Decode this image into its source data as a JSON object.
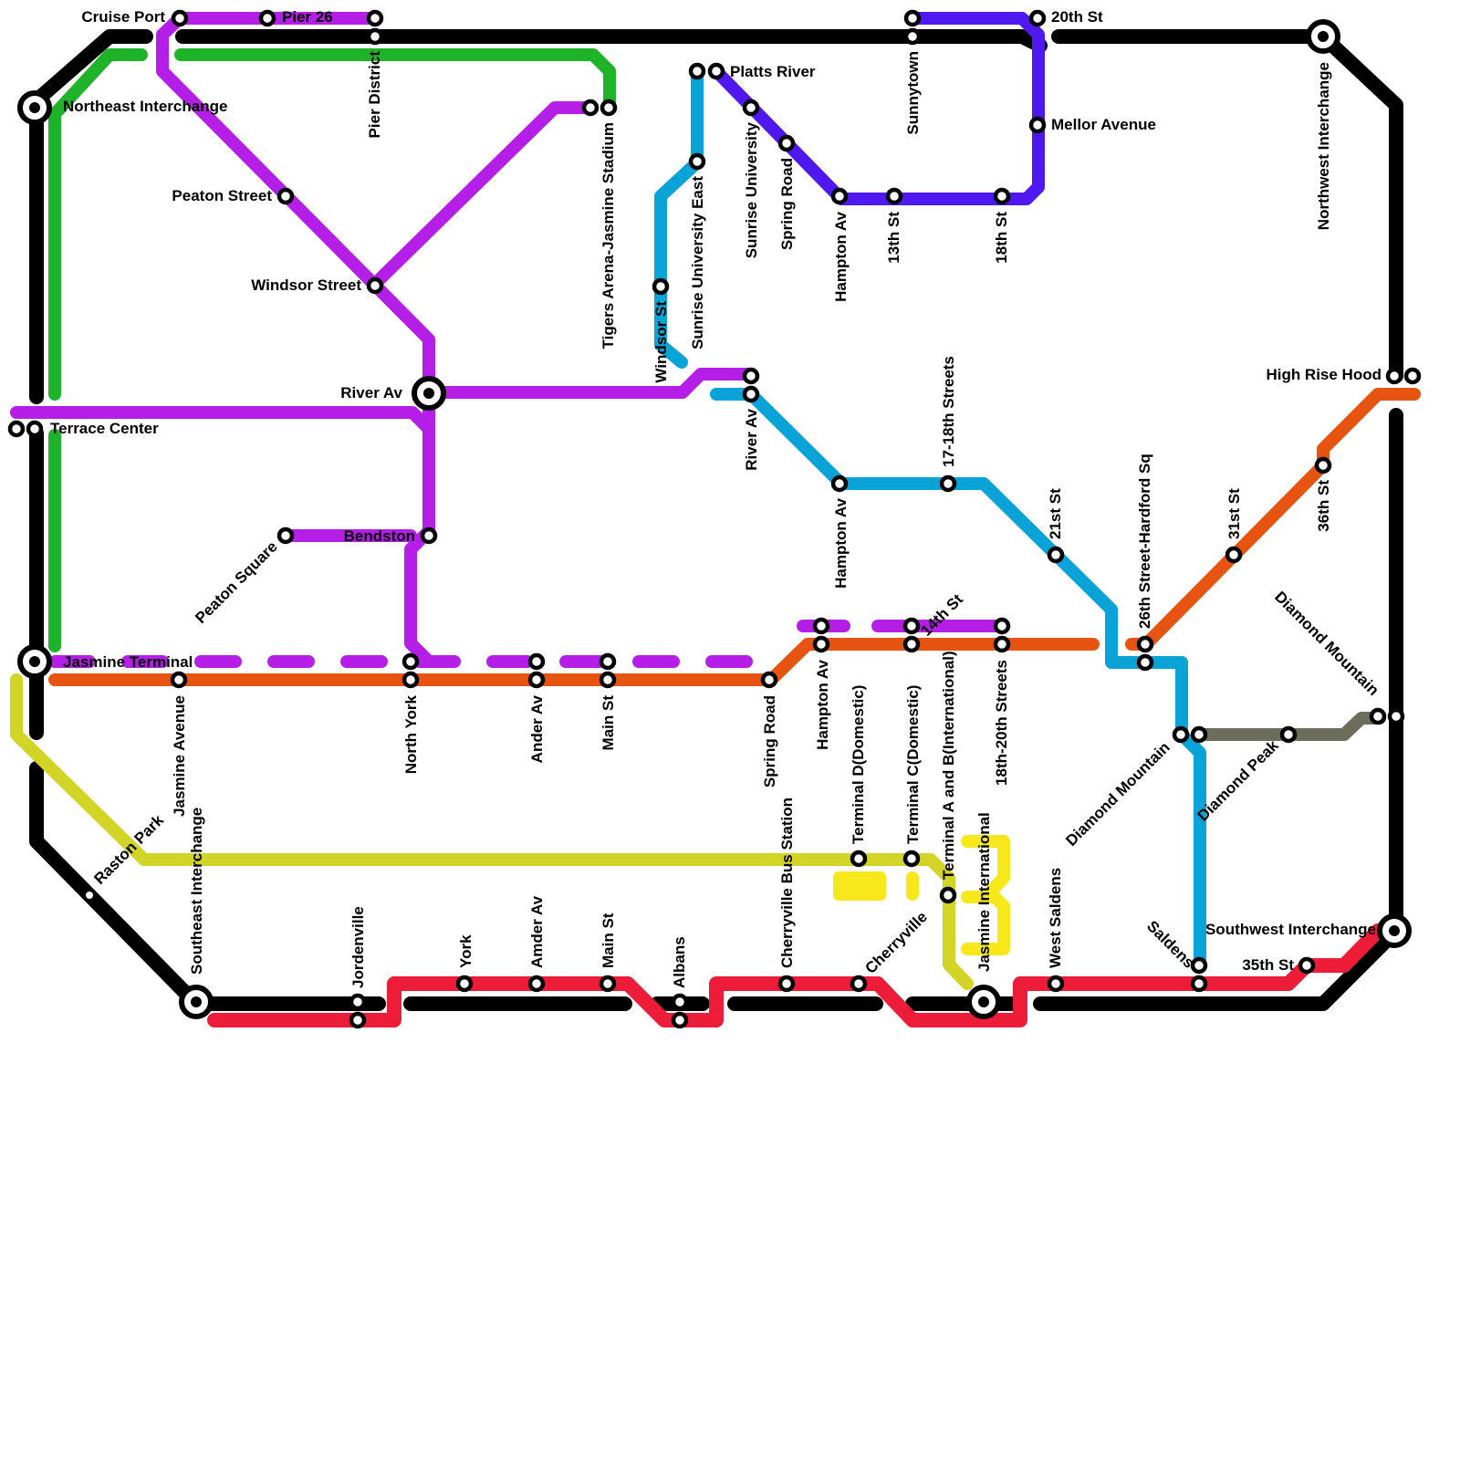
{
  "colors": {
    "black": "#000000",
    "green": "#1fb32a",
    "purple": "#b51ee6",
    "violet": "#4f18ef",
    "cyan": "#0aa3d7",
    "orange": "#e75412",
    "lime": "#d2d426",
    "yellow": "#f7e81b",
    "red": "#ed1c38",
    "gray": "#6c6d5a"
  },
  "station_names": [
    "Cruise Port",
    "Pier 26",
    "Pier District",
    "Northeast Interchange",
    "Peaton Street",
    "Windsor Street",
    "River Av",
    "Terrace Center",
    "Bendston",
    "Peaton Square",
    "Jasmine Terminal",
    "Jasmine Avenue",
    "North York",
    "Ander Av",
    "Main St",
    "Tigers Arena-Jasmine Stadium",
    "Platts River",
    "Sunrise University East",
    "Sunrise University",
    "Spring Road",
    "Windsor St",
    "Hampton Av",
    "13th St",
    "18th St",
    "Sunnytown",
    "20th St",
    "Mellor Avenue",
    "Northwest Interchange",
    "High Rise Hood",
    "River Av",
    "Hampton Av",
    "17-18th Streets",
    "21st St",
    "26th Street-Hardford Sq",
    "31st St",
    "36th St",
    "Diamond Mountain",
    "Spring Road",
    "Hampton Av",
    "Terminal D(Domestic)",
    "Terminal C(Domestic)",
    "14th St",
    "Terminal A and B(International)",
    "18th-20th Streets",
    "Diamond Mountain",
    "Diamond Peak",
    "Raston Park",
    "Southeast Interchange",
    "Jordenville",
    "York",
    "Amder Av",
    "Main St",
    "Albans",
    "Cherryville Bus Station",
    "Cherryville",
    "Jasmine International",
    "West Saldens",
    "Saldens",
    "Southwest Interchange",
    "35th St"
  ]
}
